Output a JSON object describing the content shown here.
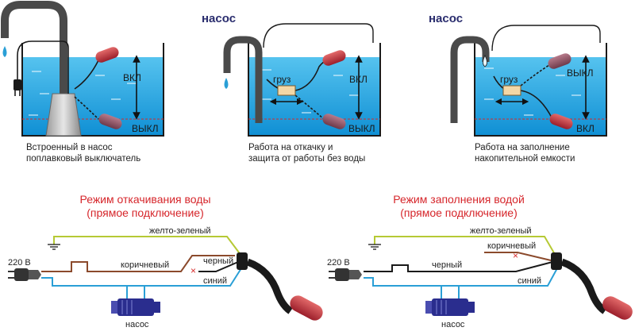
{
  "panels": [
    {
      "caption_line1": "Встроенный в насос",
      "caption_line2": "поплавковый выключатель",
      "on_label": "ВКЛ",
      "off_label": "ВЫКЛ"
    },
    {
      "pump_label": "насос",
      "weight_label": "груз",
      "on_label": "ВКЛ",
      "off_label": "ВЫКЛ",
      "caption_line1": "Работа на откачку и",
      "caption_line2": "защита от работы без воды"
    },
    {
      "pump_label": "насос",
      "weight_label": "груз",
      "on_label": "ВКЛ",
      "off_label": "ВЫКЛ",
      "caption_line1": "Работа на заполнение",
      "caption_line2": "накопительной емкости"
    }
  ],
  "wiring": [
    {
      "title_line1": "Режим откачивания воды",
      "title_line2": "(прямое подключение)",
      "voltage": "220 В",
      "wire_yg": "желто-зеленый",
      "wire_brown": "коричневый",
      "wire_black": "черный",
      "wire_blue": "синий",
      "pump": "насос"
    },
    {
      "title_line1": "Режим заполнения водой",
      "title_line2": "(прямое подключение)",
      "voltage": "220 В",
      "wire_yg": "желто-зеленый",
      "wire_brown": "коричневый",
      "wire_black": "черный",
      "wire_blue": "синий",
      "pump": "насос"
    }
  ],
  "colors": {
    "water": "#1aa3e4",
    "float": "#c7303c",
    "yellow_green": "#b6c934",
    "brown": "#8b4a2c",
    "blue": "#2a9fd6",
    "black": "#1a1a1a",
    "title": "#d6262b",
    "pump_label": "#2a2d6e"
  }
}
